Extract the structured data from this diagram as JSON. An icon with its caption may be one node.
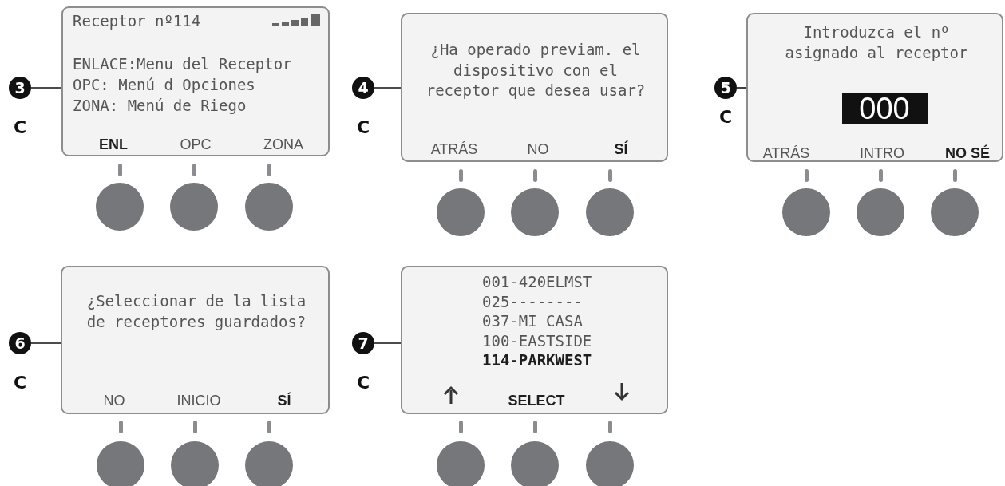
{
  "diagram": {
    "nodes": [
      {
        "text": [
          "3"
        ],
        "beside": [
          "C"
        ]
      },
      {
        "text": [
          "Receptor nº114",
          "ENLACE:Menu del Receptor",
          "OPC: Menú d Opciones",
          "ZONA: Menú de Riego",
          "ENL",
          "OPC",
          "ZONA"
        ]
      },
      {
        "text": [],
        "shape": "circle"
      },
      {
        "text": [],
        "shape": "circle"
      },
      {
        "text": [],
        "shape": "circle"
      },
      {
        "text": [
          "4"
        ],
        "beside": [
          "C"
        ]
      },
      {
        "text": [
          "¿Ha operado previam. el dispositivo con el receptor que desea usar?",
          "ATRÁS",
          "NO",
          "SÍ"
        ]
      },
      {
        "text": [],
        "shape": "circle"
      },
      {
        "text": [],
        "shape": "circle"
      },
      {
        "text": [],
        "shape": "circle"
      },
      {
        "text": [
          "5"
        ],
        "beside": [
          "C"
        ]
      },
      {
        "text": [
          "Introduzca el nº asignado al receptor",
          "000",
          "ATRÁS",
          "INTRO",
          "NO SÉ"
        ]
      },
      {
        "text": [],
        "shape": "circle"
      },
      {
        "text": [],
        "shape": "circle"
      },
      {
        "text": [],
        "shape": "circle"
      },
      {
        "text": [
          "6"
        ],
        "beside": [
          "C"
        ]
      },
      {
        "text": [
          "¿Seleccionar de la lista de receptores guardados?",
          "NO",
          "INICIO",
          "SÍ"
        ]
      },
      {
        "text": [],
        "shape": "circle"
      },
      {
        "text": [],
        "shape": "circle"
      },
      {
        "text": [],
        "shape": "circle"
      },
      {
        "text": [
          "7"
        ],
        "beside": [
          "C"
        ]
      },
      {
        "text": [
          "001-420ELMST",
          "025--------",
          "037-MI CASA",
          "100-EASTSIDE",
          "114-PARKWEST",
          "SELECT"
        ]
      },
      {
        "text": [],
        "shape": "circle"
      },
      {
        "text": [],
        "shape": "circle"
      },
      {
        "text": [],
        "shape": "circle"
      }
    ],
    "edges": [
      {
        "from": 0,
        "to": 1,
        "arrow": "none"
      },
      {
        "from": 5,
        "to": 6,
        "arrow": "none"
      },
      {
        "from": 10,
        "to": 11,
        "arrow": "none"
      },
      {
        "from": 15,
        "to": 16,
        "arrow": "none"
      },
      {
        "from": 20,
        "to": 21,
        "arrow": "none"
      }
    ]
  }
}
